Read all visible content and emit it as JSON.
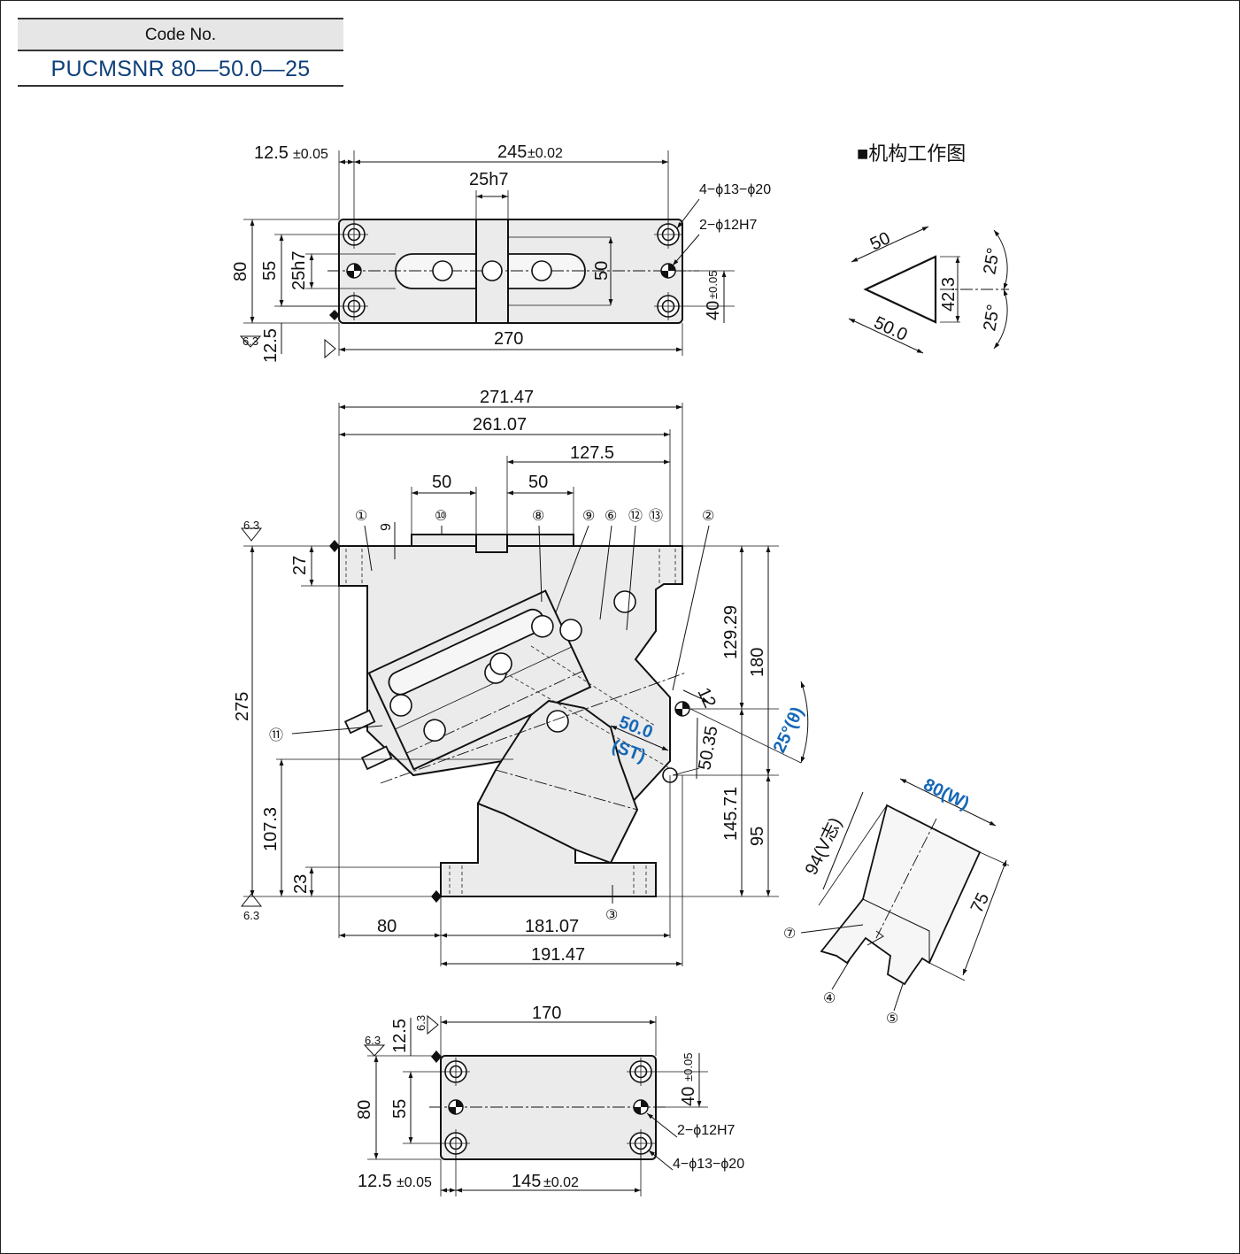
{
  "header": {
    "code_label": "Code No.",
    "code_value": "PUCMSNR 80—50.0—25"
  },
  "top_view": {
    "d_offset": "12.5",
    "d_offset_tol": "±0.05",
    "d_pitch": "245",
    "d_pitch_tol": "±0.02",
    "d_key": "25h7",
    "d_holes": "4−ϕ13−ϕ20",
    "d_pins": "2−ϕ12H7",
    "d_height": "80",
    "d_55": "55",
    "d_25h7": "25h7",
    "d_50": "50",
    "d_40": "40",
    "d_40_tol": "±0.05",
    "d_width": "270",
    "d_125b": "12.5",
    "surf": "6.3"
  },
  "mechanism": {
    "title": "■机构工作图",
    "d_50a": "50",
    "d_50b": "50.0",
    "d_423": "42.3",
    "d_25a": "25°",
    "d_25b": "25°"
  },
  "front_view": {
    "d_27147": "271.47",
    "d_26107": "261.07",
    "d_1275": "127.5",
    "d_50a": "50",
    "d_50b": "50",
    "d_9": "9",
    "d_27": "27",
    "d_275": "275",
    "d_12929": "129.29",
    "d_180": "180",
    "d_12": "12",
    "d_5035": "50.35",
    "d_14571": "145.71",
    "d_95": "95",
    "d_1073": "107.3",
    "d_23": "23",
    "d_80": "80",
    "d_18107": "181.07",
    "d_19147": "191.47",
    "stroke_value": "50.0",
    "stroke_label": "(ST)",
    "angle": "25°(θ)",
    "surf": "6.3",
    "items": [
      "①",
      "②",
      "③",
      "④",
      "⑤",
      "⑥",
      "⑦",
      "⑧",
      "⑨",
      "⑩",
      "⑪",
      "⑫",
      "⑬"
    ]
  },
  "side_view": {
    "d_width": "80(W)",
    "d_v": "94(V志)",
    "d_75": "75"
  },
  "bottom_view": {
    "d_170": "170",
    "d_125": "12.5",
    "d_80": "80",
    "d_55": "55",
    "d_40": "40",
    "d_40_tol": "±0.05",
    "d_pins": "2−ϕ12H7",
    "d_holes": "4−ϕ13−ϕ20",
    "d_offset": "12.5",
    "d_offset_tol": "±0.05",
    "d_145": "145",
    "d_145_tol": "±0.02",
    "surf": "6.3"
  }
}
